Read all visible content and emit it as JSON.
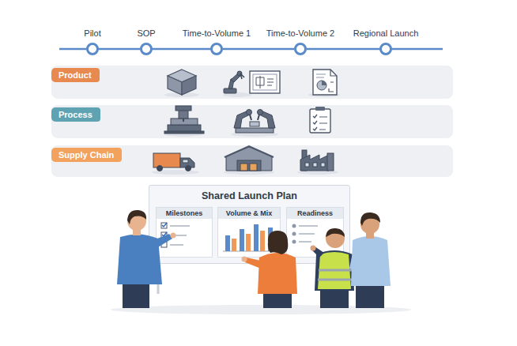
{
  "diagram": {
    "nodes": [
      {
        "text": [
          "Product"
        ]
      },
      {
        "text": [
          "Process"
        ]
      },
      {
        "text": [
          "Supply Chain"
        ]
      },
      {
        "text": [
          "Shared Launch Plan"
        ]
      },
      {
        "text": [
          "Milestones"
        ],
        "in": 3
      },
      {
        "text": [
          "Volume & Mix"
        ],
        "in": 3
      },
      {
        "text": [
          "Readiness"
        ],
        "in": 3
      }
    ],
    "labels": [
      "Pilot",
      "SOP",
      "Time-to-Volume 1",
      "Time-to-Volume 2",
      "Regional Launch"
    ]
  }
}
